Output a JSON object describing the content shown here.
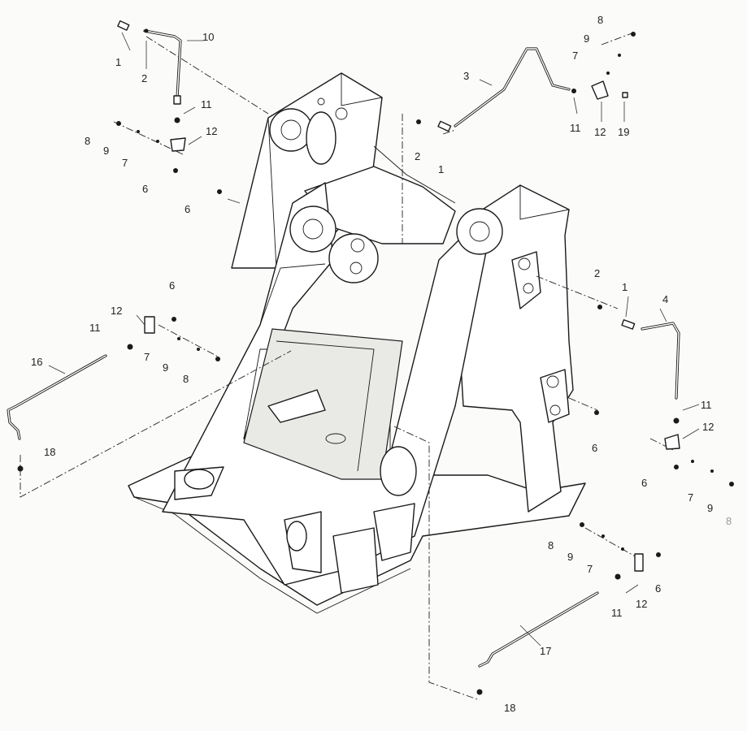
{
  "callouts": {
    "c1": "1",
    "c2": "2",
    "c3": "3",
    "c4": "4",
    "c6": "6",
    "c7": "7",
    "c8": "8",
    "c9": "9",
    "c10": "10",
    "c11": "11",
    "c12": "12",
    "c16": "16",
    "c17": "17",
    "c18": "18",
    "c19": "19"
  }
}
